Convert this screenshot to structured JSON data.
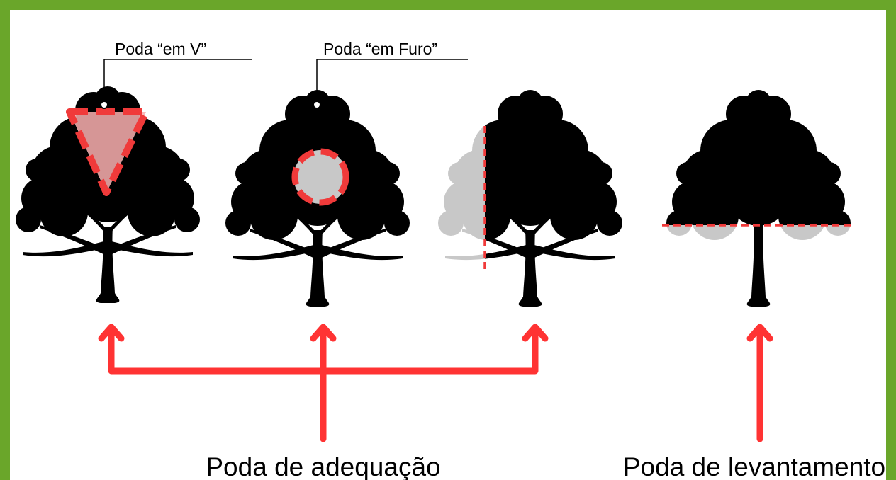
{
  "callouts": {
    "v_cut": "Poda “em V”",
    "hole_cut": "Poda “em Furo”"
  },
  "groups": {
    "adequacao": "Poda de adequação",
    "levantamento": "Poda de levantamento"
  },
  "colors": {
    "frame": "#6aa62a",
    "tree": "#000000",
    "removed_foliage": "#c8c8c8",
    "cut_marker": "#f03a3a",
    "arrow": "#ff3333",
    "callout_line": "#000000"
  }
}
